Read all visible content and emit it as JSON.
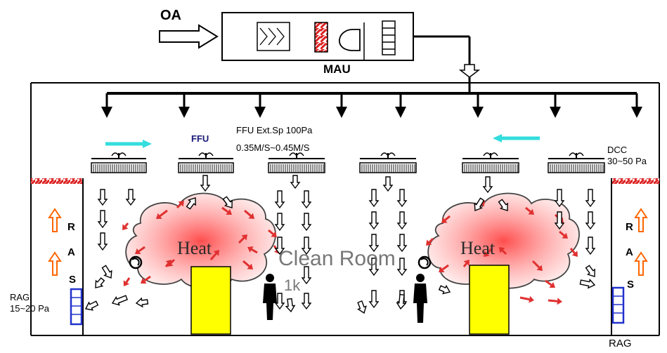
{
  "labels": {
    "oa": "OA",
    "mau": "MAU",
    "ffu": "FFU",
    "ffu_spec_line1": "FFU Ext.Sp 100Pa",
    "ffu_spec_line2": "0.35M/S~0.45M/S",
    "dcc_line1": "DCC",
    "dcc_line2": "30~50 Pa",
    "heat_left": "Heat",
    "heat_right": "Heat",
    "clean_room_line1": "Clean Room",
    "clean_room_line2": "1k",
    "ras_left": [
      "R",
      "A",
      "S"
    ],
    "ras_right": [
      "R",
      "A",
      "S"
    ],
    "rag_left_line1": "RAG",
    "rag_left_line2": "15~20 Pa",
    "rag_right": "RAG"
  },
  "colors": {
    "heat_fill": "#ffcccc",
    "equipment": "#ffff00",
    "hot_air": "#e03030",
    "cyan_arrow": "#33dddd",
    "rag_grille": "#2233cc",
    "ras_arrow": "#ff6600",
    "hatch": "#dd2222"
  }
}
